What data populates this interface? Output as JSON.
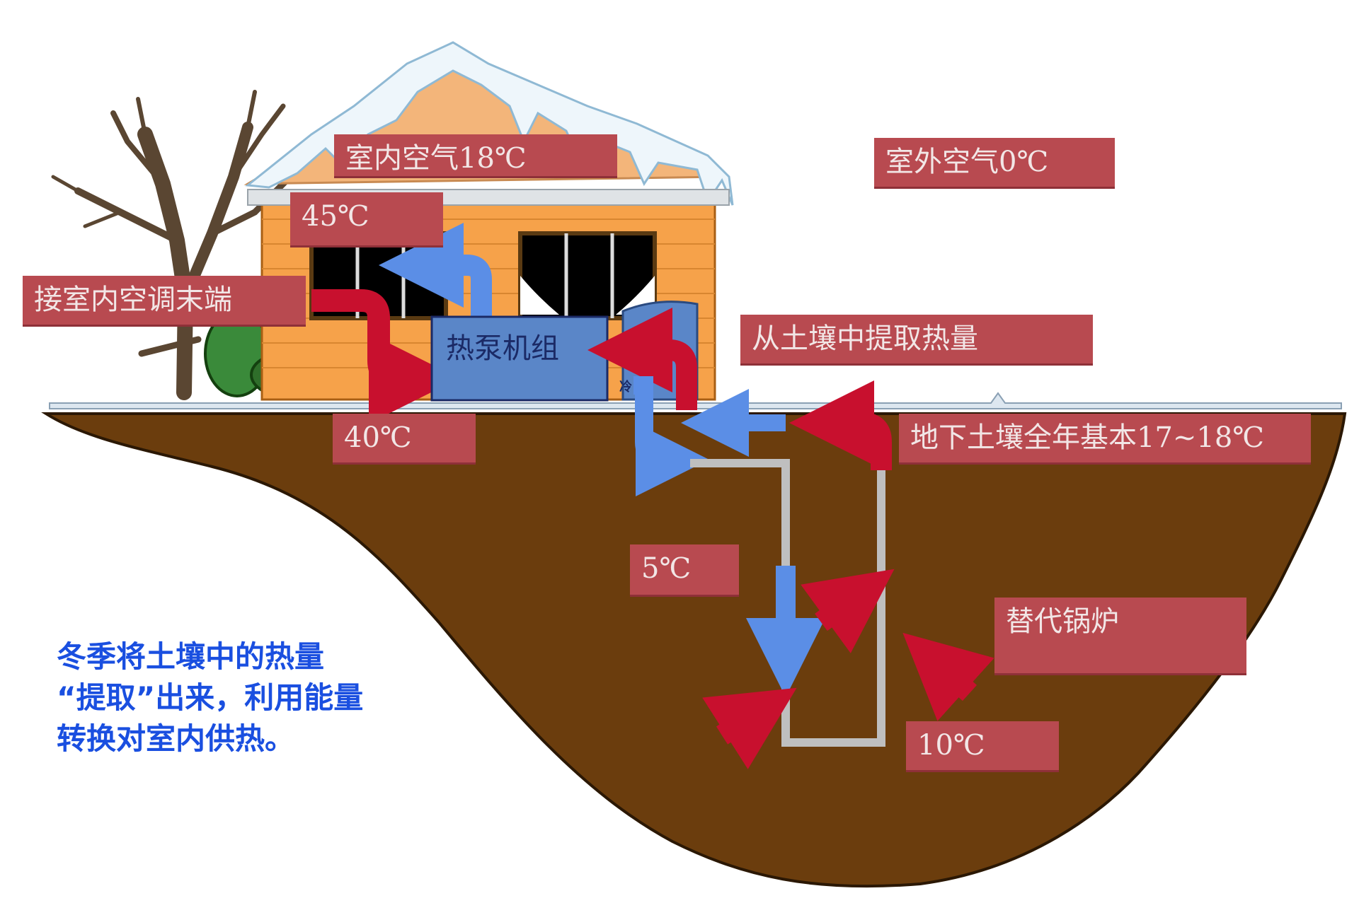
{
  "labels": {
    "indoor_air": "室内空气18℃",
    "outdoor_air": "室外空气0℃",
    "supply_temp": "45℃",
    "connect_indoor": "接室内空调末端",
    "extract_heat": "从土壤中提取热量",
    "return_temp": "40℃",
    "ground_temp": "地下土壤全年基本17~18℃",
    "loop_out_temp": "5℃",
    "replace_boiler": "替代锅炉",
    "loop_in_temp": "10℃"
  },
  "unit": {
    "heat_pump": "热泵机组",
    "cold_tag": "冷"
  },
  "caption": {
    "line1": "冬季将土壤中的热量",
    "line2": "“提取”出来，利用能量",
    "line3": "转换对室内供热。"
  },
  "colors": {
    "soil": "#6b3d0d",
    "hot_pipe": "#c8102e",
    "cold_pipe": "#5b8ee6",
    "loop_pipe": "#bfbfbf",
    "label_bg": "#b84a50",
    "caption": "#1a4fe0",
    "heat_pump_box": "#5a86c8",
    "house_wall": "#f6a24a",
    "roof": "#f3b57a"
  }
}
